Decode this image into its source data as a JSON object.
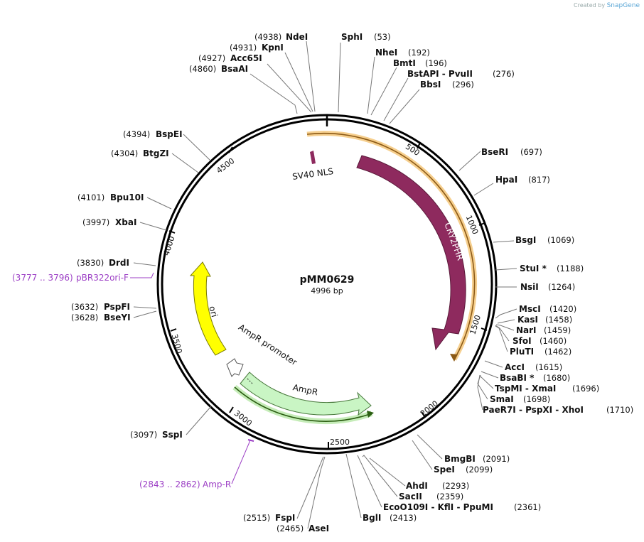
{
  "credit": {
    "prefix": "Created by",
    "brand": "SnapGene"
  },
  "plasmid": {
    "name": "pMM0629",
    "length_label": "4996 bp",
    "length": 4996
  },
  "ruler_ticks": [
    "500",
    "1000",
    "1500",
    "2000",
    "2500",
    "3000",
    "3500",
    "4000",
    "4500"
  ],
  "features": [
    {
      "name": "CRY2PHR",
      "type": "cds",
      "color": "#8e2a5e"
    },
    {
      "name": "SV40 NLS",
      "type": "cds",
      "color": "#8e2a5e"
    },
    {
      "name": "ori",
      "type": "rep_origin",
      "color": "#ffff00"
    },
    {
      "name": "AmpR",
      "type": "cds",
      "color": "#c9f5c4"
    },
    {
      "name": "AmpR promoter",
      "type": "promoter",
      "color": "#ffffff"
    }
  ],
  "enzymes": [
    {
      "name": "NdeI",
      "pos": "(4938)"
    },
    {
      "name": "KpnI",
      "pos": "(4931)"
    },
    {
      "name": "Acc65I",
      "pos": "(4927)"
    },
    {
      "name": "BsaAI",
      "pos": "(4860)"
    },
    {
      "name": "SphI",
      "pos": "(53)"
    },
    {
      "name": "NheI",
      "pos": "(192)"
    },
    {
      "name": "BmtI",
      "pos": "(196)"
    },
    {
      "name": "BstAPI - PvuII",
      "pos": "(276)"
    },
    {
      "name": "BbsI",
      "pos": "(296)"
    },
    {
      "name": "BseRI",
      "pos": "(697)"
    },
    {
      "name": "HpaI",
      "pos": "(817)"
    },
    {
      "name": "BsgI",
      "pos": "(1069)"
    },
    {
      "name": "StuI *",
      "pos": "(1188)"
    },
    {
      "name": "NsiI",
      "pos": "(1264)"
    },
    {
      "name": "MscI",
      "pos": "(1420)"
    },
    {
      "name": "KasI",
      "pos": "(1458)"
    },
    {
      "name": "NarI",
      "pos": "(1459)"
    },
    {
      "name": "SfoI",
      "pos": "(1460)"
    },
    {
      "name": "PluTI",
      "pos": "(1462)"
    },
    {
      "name": "AccI",
      "pos": "(1615)"
    },
    {
      "name": "BsaBI *",
      "pos": "(1680)"
    },
    {
      "name": "TspMI - XmaI",
      "pos": "(1696)"
    },
    {
      "name": "SmaI",
      "pos": "(1698)"
    },
    {
      "name": "PaeR7I - PspXI - XhoI",
      "pos": "(1710)"
    },
    {
      "name": "BmgBI",
      "pos": "(2091)"
    },
    {
      "name": "SpeI",
      "pos": "(2099)"
    },
    {
      "name": "AhdI",
      "pos": "(2293)"
    },
    {
      "name": "SacII",
      "pos": "(2359)"
    },
    {
      "name": "EcoO109I - KflI - PpuMI",
      "pos": "(2361)"
    },
    {
      "name": "BglI",
      "pos": "(2413)"
    },
    {
      "name": "AseI",
      "pos": "(2465)"
    },
    {
      "name": "FspI",
      "pos": "(2515)"
    },
    {
      "name": "SspI",
      "pos": "(3097)"
    },
    {
      "name": "BseYI",
      "pos": "(3628)"
    },
    {
      "name": "PspFI",
      "pos": "(3632)"
    },
    {
      "name": "DrdI",
      "pos": "(3830)"
    },
    {
      "name": "XbaI",
      "pos": "(3997)"
    },
    {
      "name": "Bpu10I",
      "pos": "(4101)"
    },
    {
      "name": "BtgZI",
      "pos": "(4304)"
    },
    {
      "name": "BspEI",
      "pos": "(4394)"
    }
  ],
  "primers": [
    {
      "range": "(3777 .. 3796)",
      "name": "pBR322ori-F"
    },
    {
      "range": "(2843 .. 2862)",
      "name": "Amp-R"
    }
  ]
}
